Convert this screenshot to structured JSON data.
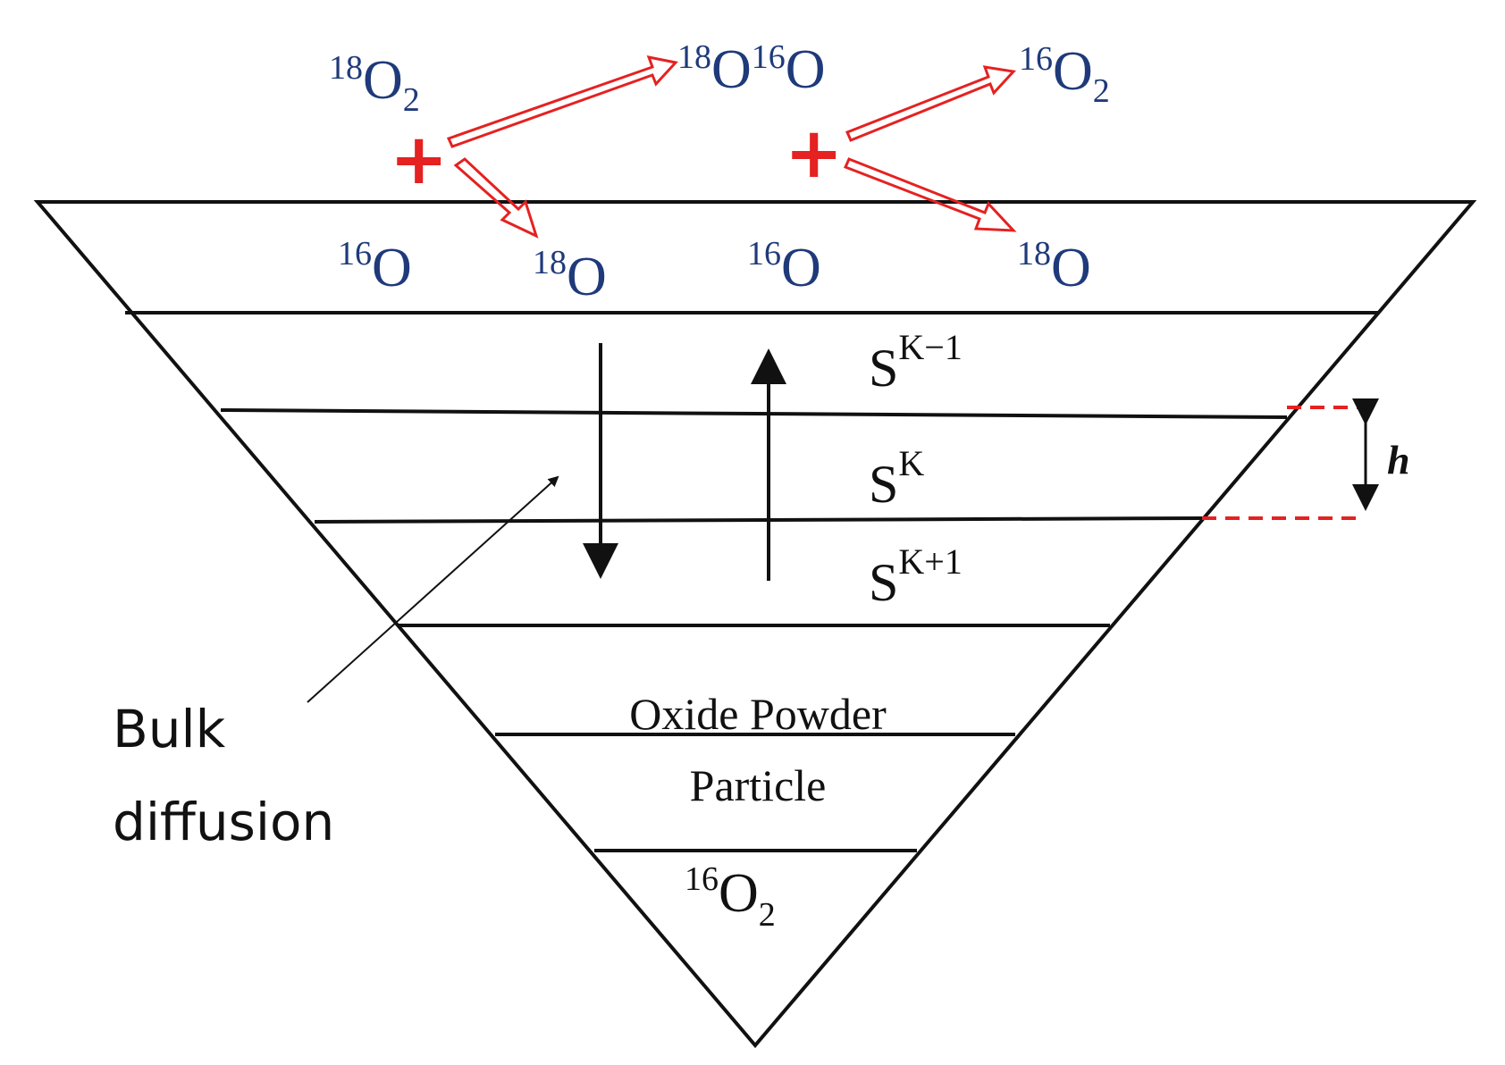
{
  "colors": {
    "line": "#111111",
    "species_text": "#1f3a7a",
    "reaction": "#e52121"
  },
  "gas_phase": {
    "reactant": {
      "sup": "18",
      "main": "O",
      "sub": "2"
    },
    "product_mixed": {
      "sup1": "18",
      "main1": "O",
      "sup2": "16",
      "main2": "O"
    },
    "product_16O2": {
      "sup": "16",
      "main": "O",
      "sub": "2"
    },
    "plus_symbol": "+"
  },
  "surface_species": [
    {
      "sup": "16",
      "main": "O"
    },
    {
      "sup": "18",
      "main": "O"
    },
    {
      "sup": "16",
      "main": "O"
    },
    {
      "sup": "18",
      "main": "O"
    }
  ],
  "layers": {
    "above": {
      "base": "S",
      "sup": "K−1"
    },
    "current": {
      "base": "S",
      "sup": "K"
    },
    "below": {
      "base": "S",
      "sup": "K+1"
    }
  },
  "layer_thickness_label": "h",
  "bulk_diffusion_label": {
    "line1": "Bulk",
    "line2": "diffusion"
  },
  "particle_label": {
    "line1": "Oxide Powder",
    "line2": "Particle"
  },
  "core": {
    "sup": "16",
    "main": "O",
    "sub": "2"
  },
  "icons": {
    "reaction_arrow": "hollow-red-arrow",
    "diffusion_down": "down-arrow",
    "diffusion_up": "up-arrow",
    "pointer": "thin-arrow",
    "dimension": "double-headed-arrow"
  }
}
